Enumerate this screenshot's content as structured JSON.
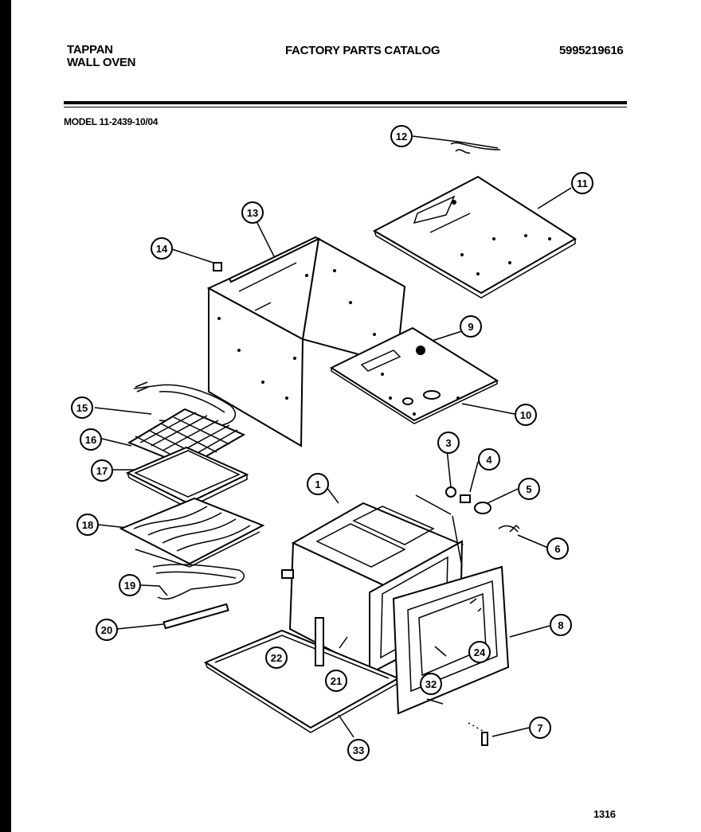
{
  "header": {
    "brand": "TAPPAN",
    "product": "WALL OVEN",
    "catalog_title": "FACTORY PARTS CATALOG",
    "catalog_number": "5995219616",
    "model": "MODEL 11-2439-10/04"
  },
  "page_number": "1316",
  "callouts": [
    {
      "id": "c1",
      "label": "1"
    },
    {
      "id": "c3",
      "label": "3"
    },
    {
      "id": "c4",
      "label": "4"
    },
    {
      "id": "c5",
      "label": "5"
    },
    {
      "id": "c6",
      "label": "6"
    },
    {
      "id": "c7",
      "label": "7"
    },
    {
      "id": "c8",
      "label": "8"
    },
    {
      "id": "c9",
      "label": "9"
    },
    {
      "id": "c10",
      "label": "10"
    },
    {
      "id": "c11",
      "label": "11"
    },
    {
      "id": "c12",
      "label": "12"
    },
    {
      "id": "c13",
      "label": "13"
    },
    {
      "id": "c14",
      "label": "14"
    },
    {
      "id": "c15",
      "label": "15"
    },
    {
      "id": "c16",
      "label": "16"
    },
    {
      "id": "c17",
      "label": "17"
    },
    {
      "id": "c18",
      "label": "18"
    },
    {
      "id": "c19",
      "label": "19"
    },
    {
      "id": "c20",
      "label": "20"
    },
    {
      "id": "c21",
      "label": "21"
    },
    {
      "id": "c22",
      "label": "22"
    },
    {
      "id": "c24",
      "label": "24"
    },
    {
      "id": "c32",
      "label": "32"
    },
    {
      "id": "c33",
      "label": "33"
    }
  ]
}
